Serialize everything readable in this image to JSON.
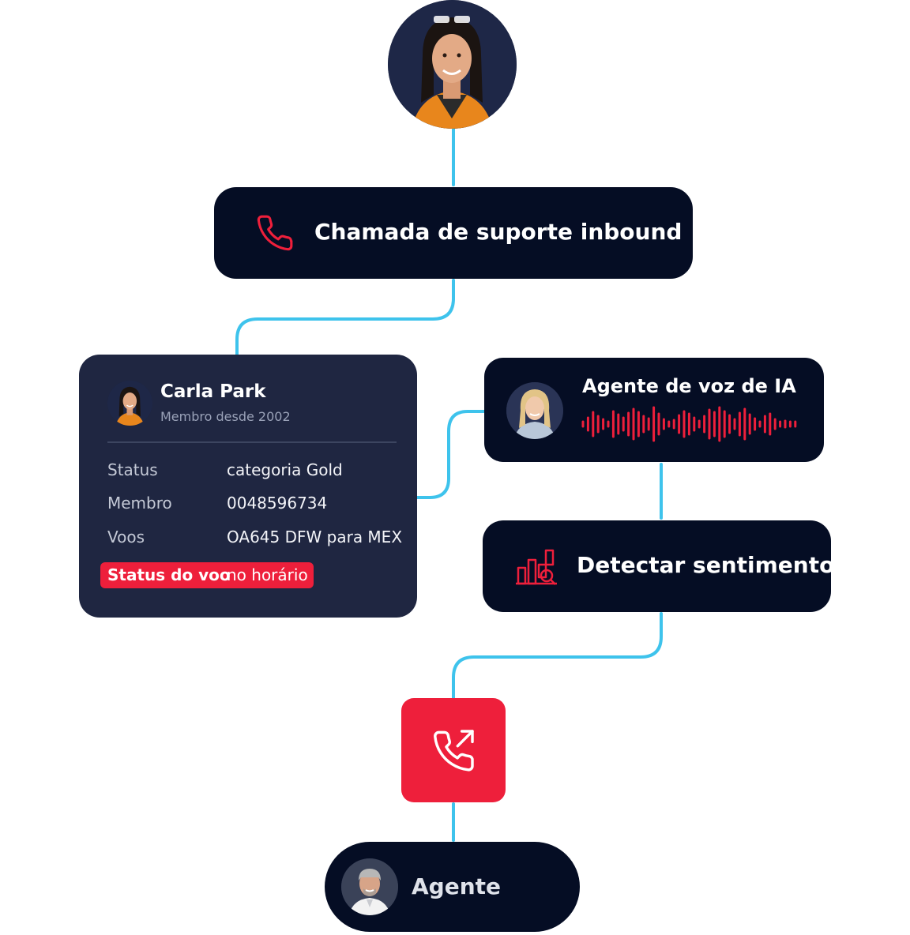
{
  "colors": {
    "connector": "#3ec3ec",
    "dark": "#050d24",
    "card": "#1f2641",
    "accent": "#ee1f3b"
  },
  "inbound_call": {
    "label": "Chamada de suporte inbound",
    "icon": "phone-icon"
  },
  "customer_card": {
    "name": "Carla Park",
    "member_since": "Membro desde 2002",
    "rows": [
      {
        "label": "Status",
        "value": "categoria Gold"
      },
      {
        "label": "Membro",
        "value": "0048596734"
      },
      {
        "label": "Voos",
        "value": "OA645 DFW para MEX"
      }
    ],
    "flight_status": {
      "label": "Status do voo",
      "value": "no horário"
    }
  },
  "ai_voice_agent": {
    "label": "Agente de voz de IA",
    "icon": "audio-waveform-icon"
  },
  "sentiment": {
    "label": "Detectar sentimento",
    "icon": "chart-magnifier-icon"
  },
  "transfer": {
    "icon": "phone-transfer-icon"
  },
  "agent": {
    "label": "Agente"
  }
}
